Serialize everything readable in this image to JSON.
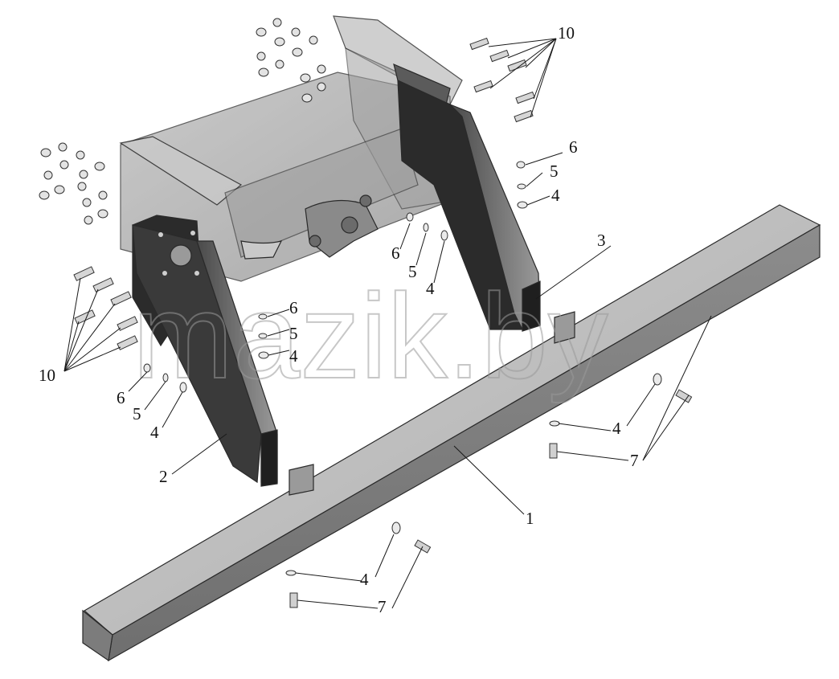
{
  "watermark": "mazik.by",
  "callouts": {
    "c10_top": "10",
    "c6_right": "6",
    "c5_right": "5",
    "c4_right": "4",
    "c3": "3",
    "c6_mid": "6",
    "c5_mid": "5",
    "c4_mid": "4",
    "c6_center": "6",
    "c5_center": "5",
    "c4_center": "4",
    "c10_left": "10",
    "c6_left": "6",
    "c5_left": "5",
    "c4_left": "4",
    "c2": "2",
    "c1": "1",
    "c4_lowright": "4",
    "c7_lowright": "7",
    "c4_bottom": "4",
    "c7_bottom": "7"
  }
}
